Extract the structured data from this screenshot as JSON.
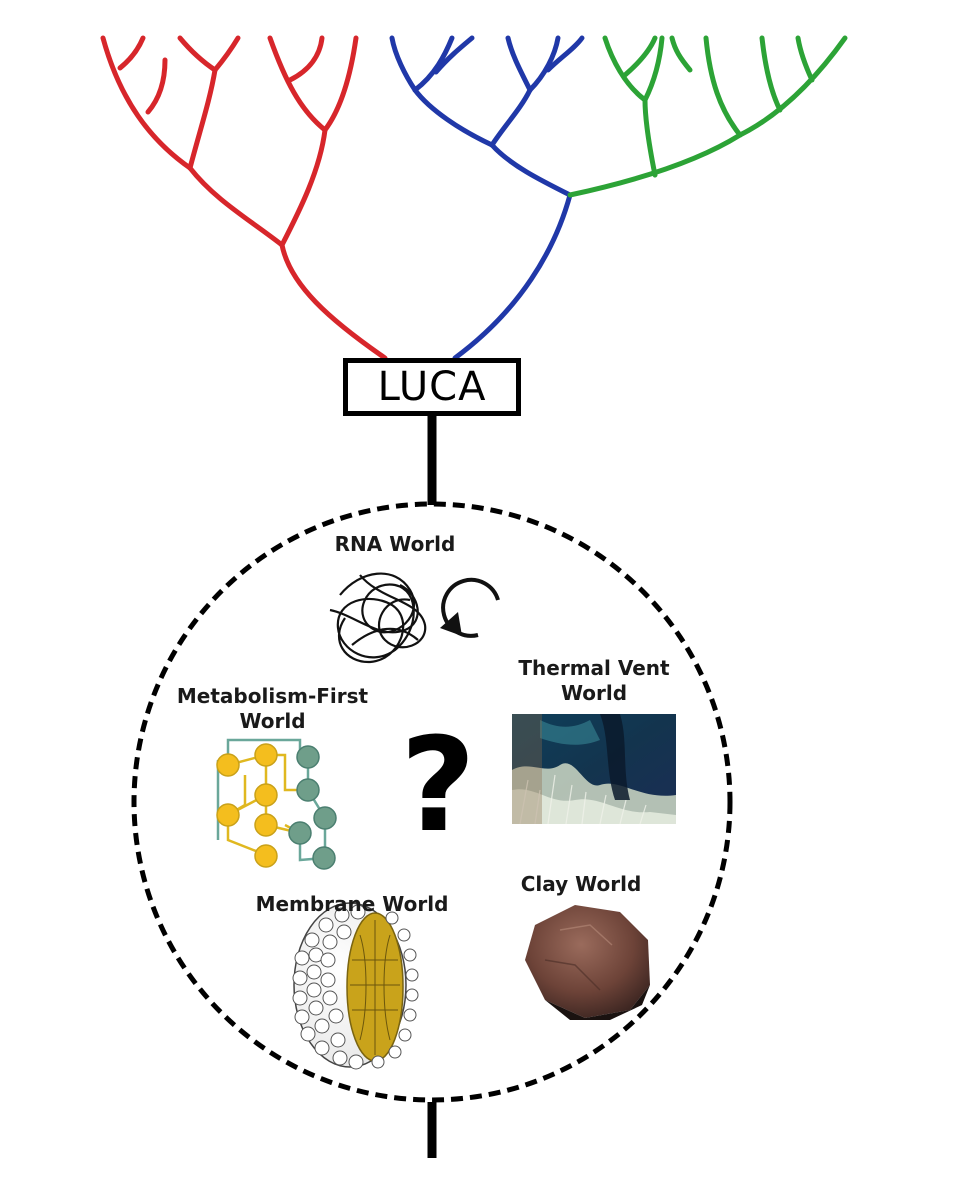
{
  "root_label": "LUCA",
  "unknown_symbol": "?",
  "lineage_colors": [
    "#d7262b",
    "#2038a8",
    "#2ca336"
  ],
  "hypotheses": {
    "rna": "RNA World",
    "metabolism_line1": "Metabolism-First",
    "metabolism_line2": "World",
    "thermal_line1": "Thermal Vent",
    "thermal_line2": "World",
    "membrane": "Membrane World",
    "clay": "Clay World"
  },
  "icons": {
    "rna": "tangled-rna-strand-with-cycle-arrow-icon",
    "metabolism": "metabolic-network-icon",
    "thermal": "hydrothermal-vent-photo",
    "membrane": "lipid-vesicle-icon",
    "clay": "clay-rock-photo"
  }
}
